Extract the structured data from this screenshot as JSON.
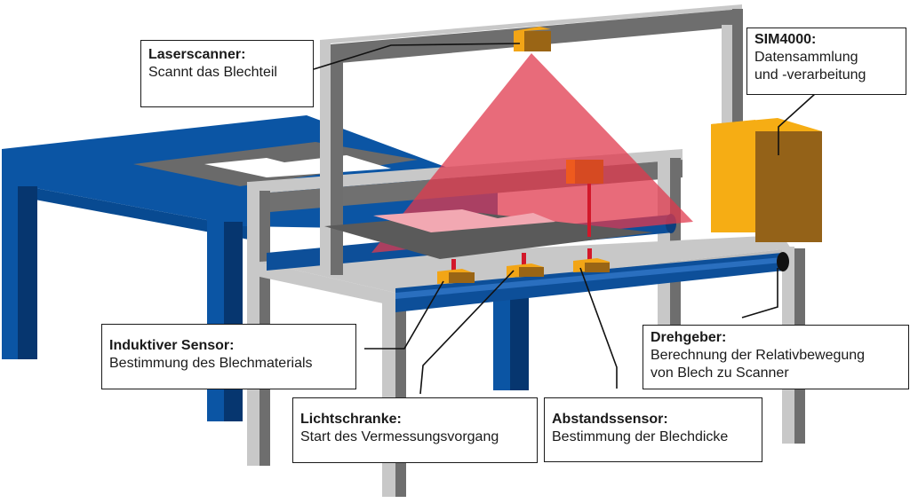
{
  "diagram": {
    "colors": {
      "table_blue": "#0b55a4",
      "table_blue_dark": "#06366f",
      "frame_light": "#c8c8c8",
      "frame_dark": "#6e6e6e",
      "sheet_gray": "#5a5a5a",
      "laser_red": "#e03a4e",
      "sensor_orange": "#f2a516",
      "sensor_brown": "#9a6515",
      "box_orange": "#f6ad14",
      "box_brown": "#946218"
    },
    "labels": [
      {
        "id": "laserscanner",
        "title": "Laserscanner:",
        "lines": [
          "Scannt das Blechteil"
        ]
      },
      {
        "id": "sim4000",
        "title": "SIM4000:",
        "lines": [
          "Datensammlung",
          "und -verarbeitung"
        ]
      },
      {
        "id": "induktiver-sensor",
        "title": "Induktiver Sensor:",
        "lines": [
          "Bestimmung des Blechmaterials"
        ]
      },
      {
        "id": "lichtschranke",
        "title": "Lichtschranke:",
        "lines": [
          "Start des Vermessungsvorgang"
        ]
      },
      {
        "id": "abstandssensor",
        "title": "Abstandssensor:",
        "lines": [
          "Bestimmung der Blechdicke"
        ]
      },
      {
        "id": "drehgeber",
        "title": "Drehgeber:",
        "lines": [
          "Berechnung der Relativbewegung",
          "von Blech zu Scanner"
        ]
      }
    ]
  }
}
